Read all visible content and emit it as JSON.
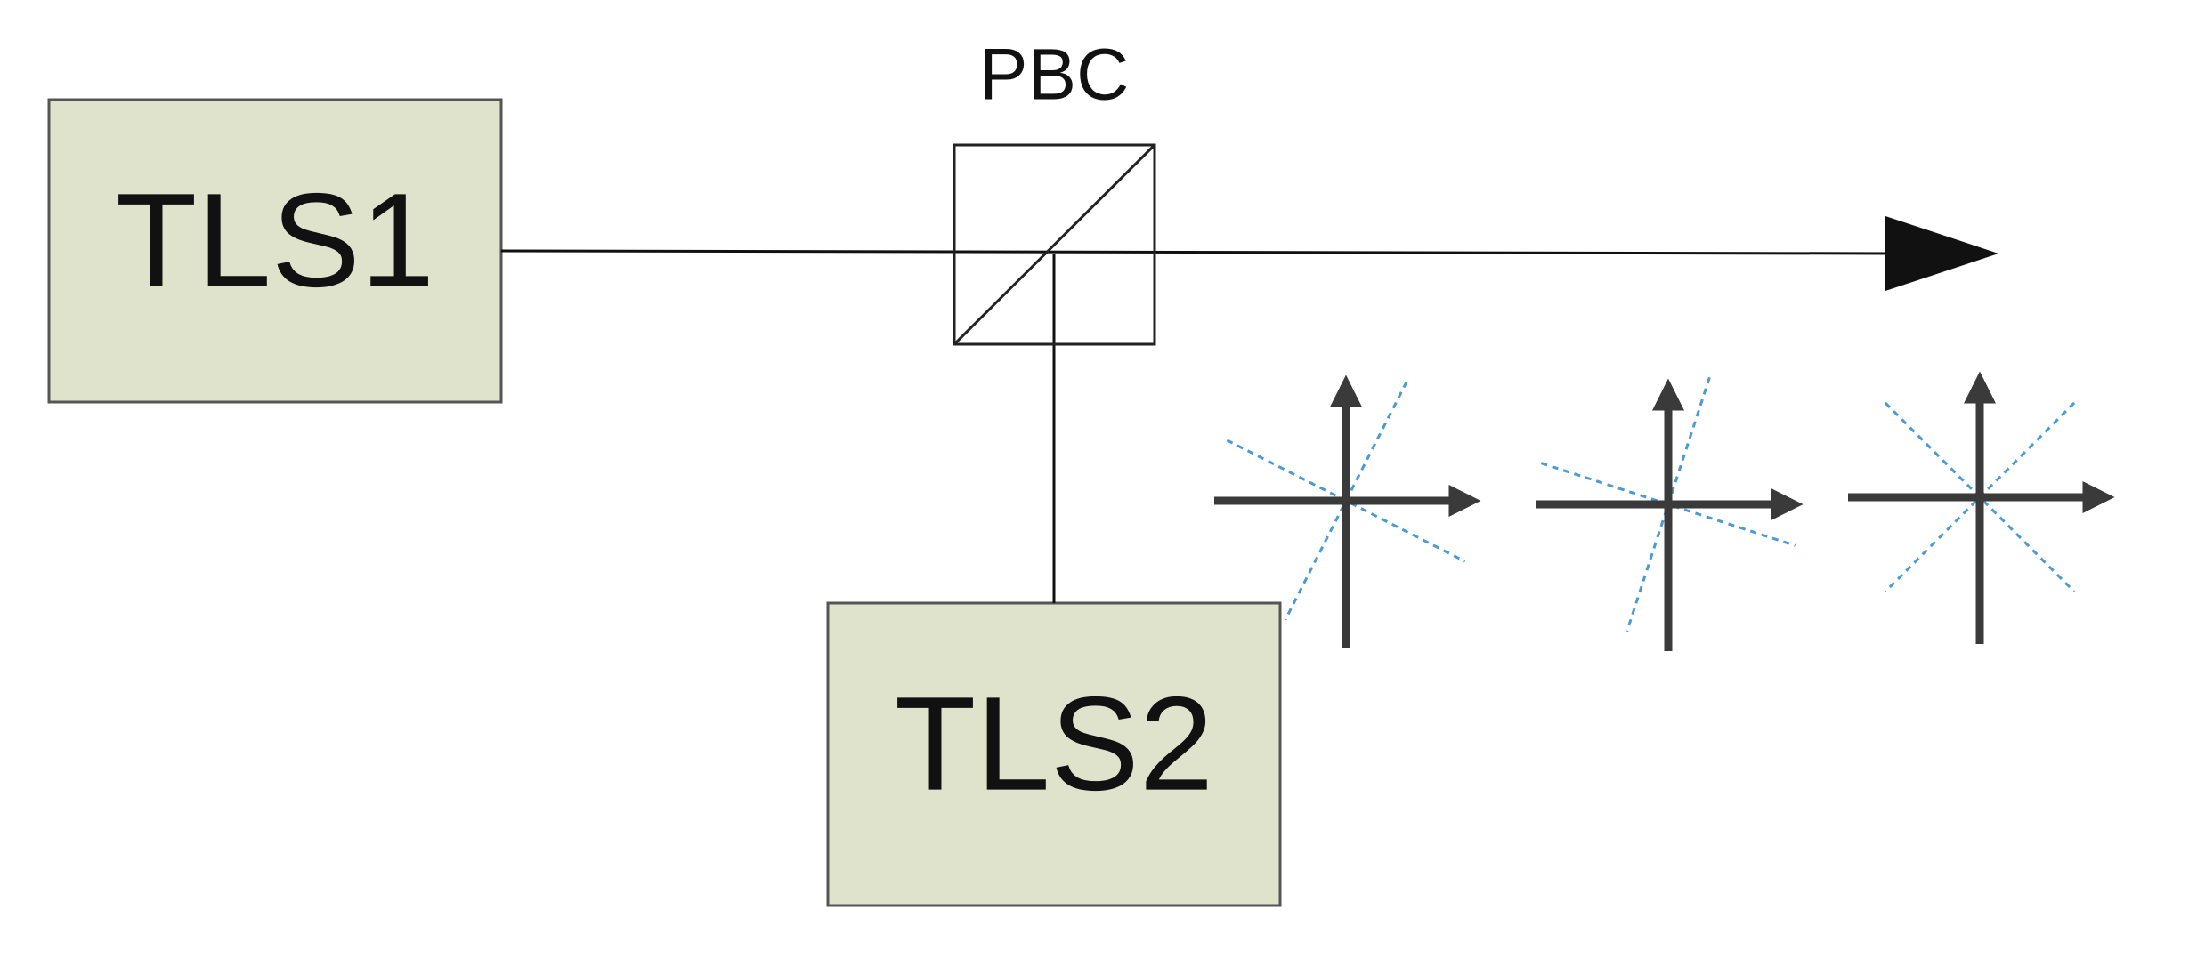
{
  "labels": {
    "source1": "TLS1",
    "source2": "TLS2",
    "combiner": "PBC"
  },
  "polarization_states": [
    {
      "rotation_deg": 27
    },
    {
      "rotation_deg": 18
    },
    {
      "rotation_deg": 45
    }
  ],
  "colors": {
    "box_fill": "#dfe3cc",
    "box_stroke": "#555555",
    "beam": "#111111",
    "axis": "#3a3a3a",
    "polarization_dash": "#4a9ad4"
  }
}
